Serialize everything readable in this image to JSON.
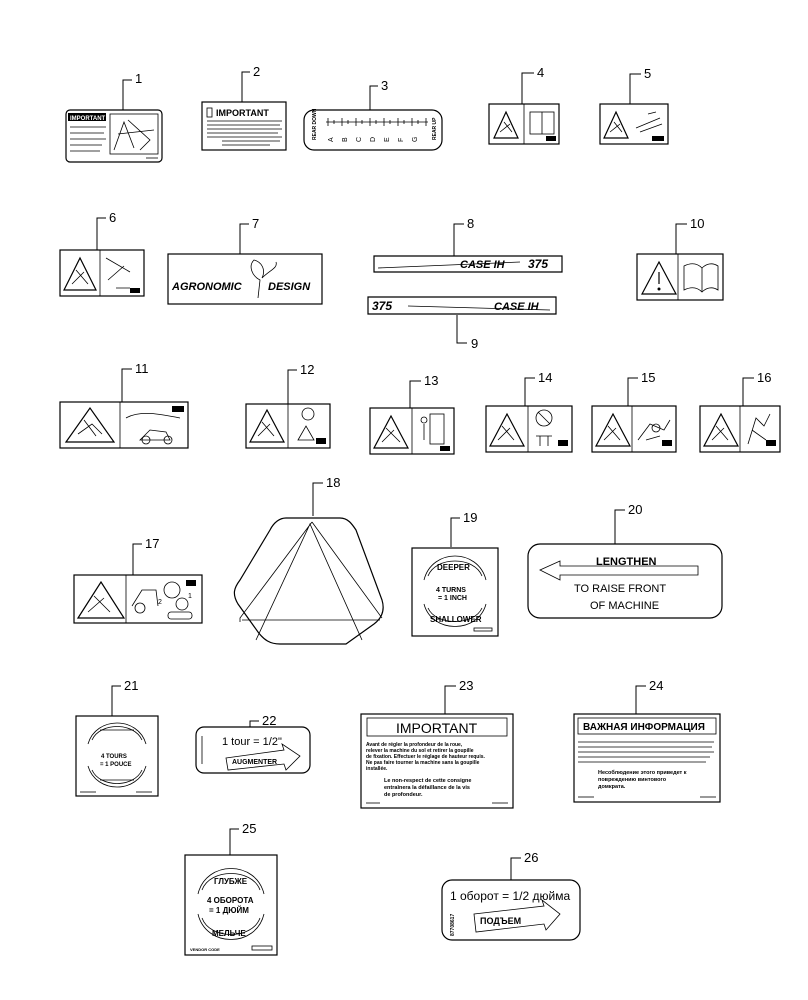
{
  "callouts": [
    "1",
    "2",
    "3",
    "4",
    "5",
    "6",
    "7",
    "8",
    "9",
    "10",
    "11",
    "12",
    "13",
    "14",
    "15",
    "16",
    "17",
    "18",
    "19",
    "20",
    "21",
    "22",
    "23",
    "24",
    "25",
    "26"
  ],
  "decals": {
    "d1": {
      "title": "IMPORTANT"
    },
    "d2": {
      "title": "IMPORTANT"
    },
    "d3": {
      "left": "REAR DOWN",
      "right": "REAR UP",
      "letters": [
        "A",
        "B",
        "C",
        "D",
        "E",
        "F",
        "G"
      ]
    },
    "d7": {
      "left": "AGRONOMIC",
      "right": "DESIGN"
    },
    "d8": {
      "brand": "CASE IH",
      "model": "375"
    },
    "d9": {
      "brand": "CASE IH",
      "model": "375"
    },
    "d17": {
      "values": [
        "2",
        "1"
      ]
    },
    "d19": {
      "top": "DEEPER",
      "mid1": "4 TURNS",
      "mid2": "= 1 INCH",
      "bottom": "SHALLOWER"
    },
    "d20": {
      "line1": "LENGTHEN",
      "line2": "TO RAISE FRONT",
      "line3": "OF MACHINE"
    },
    "d21": {
      "mid1": "4 TOURS",
      "mid2": "= 1 POUCE"
    },
    "d22": {
      "text": "1 tour = 1/2\"",
      "arrow": "AUGMENTER"
    },
    "d23": {
      "title": "IMPORTANT",
      "p1": "Avant de régler la profondeur de la roue,",
      "p2": "relever la machine du sol et retirer la goupille",
      "p3": "de fixation. Effectuer le réglage de hauteur requis.",
      "p4": "Ne pas faire tourner la machine sans la goupille",
      "p5": "installée.",
      "w1": "Le non-respect de cette consigne",
      "w2": "entraînera la défaillance de la vis",
      "w3": "de profondeur."
    },
    "d24": {
      "title": "ВАЖНАЯ ИНФОРМАЦИЯ",
      "w1": "Несоблюдение этого приведет к",
      "w2": "повреждению винтового",
      "w3": "домкрата."
    },
    "d25": {
      "top": "ГЛУБЖЕ",
      "mid1": "4 ОБОРОТА",
      "mid2": "= 1 ДЮЙМ",
      "bottom": "МЕЛЬЧЕ",
      "code": "VENDOR CODE"
    },
    "d26": {
      "text": "1 оборот = 1/2 дюйма",
      "arrow": "ПОДЪЕМ",
      "code": "87708617"
    }
  }
}
